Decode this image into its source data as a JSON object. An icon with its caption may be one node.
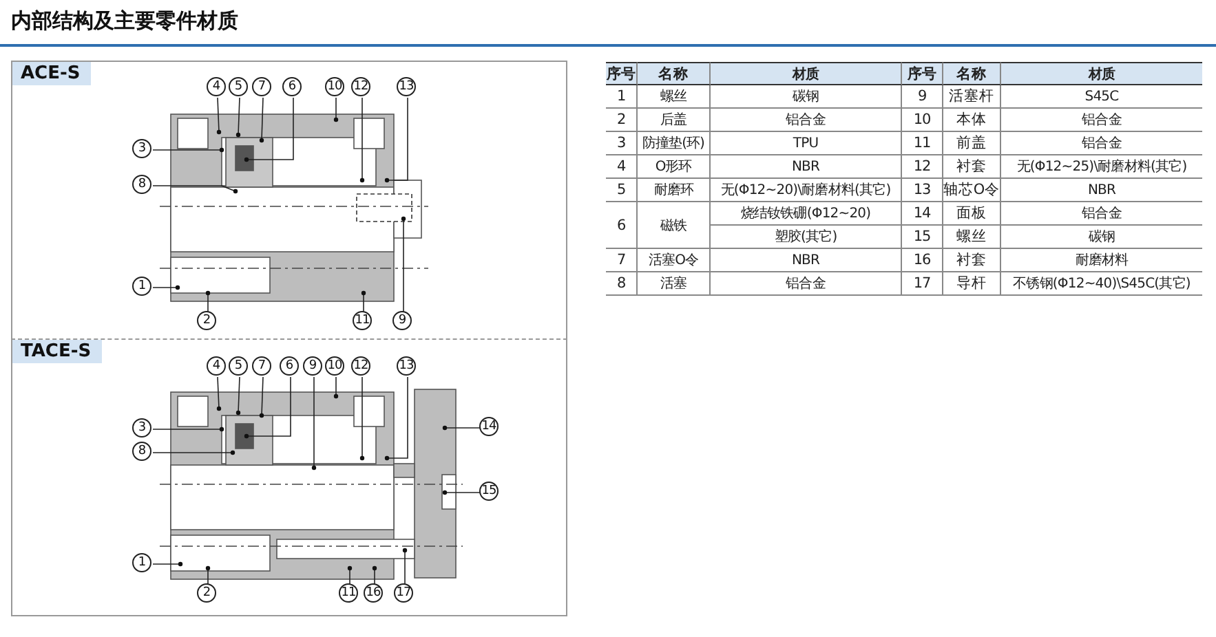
{
  "diagram": {
    "title": "内部结构及主要零件材质",
    "nodes": [
      {
        "text": [
          "ACE-S"
        ]
      },
      {
        "text": [
          "4"
        ],
        "in": 0
      },
      {
        "text": [
          "5"
        ],
        "in": 0
      },
      {
        "text": [
          "7"
        ],
        "in": 0
      },
      {
        "text": [
          "6"
        ],
        "in": 0
      },
      {
        "text": [
          "10"
        ],
        "in": 0
      },
      {
        "text": [
          "12"
        ],
        "in": 0
      },
      {
        "text": [
          "13"
        ],
        "in": 0
      },
      {
        "text": [
          "3"
        ],
        "in": 0
      },
      {
        "text": [
          "8"
        ],
        "in": 0
      },
      {
        "text": [
          "1"
        ],
        "in": 0
      },
      {
        "text": [
          "2"
        ],
        "in": 0
      },
      {
        "text": [
          "11"
        ],
        "in": 0
      },
      {
        "text": [
          "9"
        ],
        "in": 0
      },
      {
        "text": [
          "TACE-S"
        ]
      },
      {
        "text": [
          "4"
        ],
        "in": 14
      },
      {
        "text": [
          "5"
        ],
        "in": 14
      },
      {
        "text": [
          "7"
        ],
        "in": 14
      },
      {
        "text": [
          "6"
        ],
        "in": 14
      },
      {
        "text": [
          "9"
        ],
        "in": 14
      },
      {
        "text": [
          "10"
        ],
        "in": 14
      },
      {
        "text": [
          "12"
        ],
        "in": 14
      },
      {
        "text": [
          "13"
        ],
        "in": 14
      },
      {
        "text": [
          "3"
        ],
        "in": 14
      },
      {
        "text": [
          "14"
        ],
        "in": 14
      },
      {
        "text": [
          "8"
        ],
        "in": 14
      },
      {
        "text": [
          "15"
        ],
        "in": 14
      },
      {
        "text": [
          "1"
        ],
        "in": 14
      },
      {
        "text": [
          "2"
        ],
        "in": 14
      },
      {
        "text": [
          "11"
        ],
        "in": 14
      },
      {
        "text": [
          "16"
        ],
        "in": 14
      },
      {
        "text": [
          "17"
        ],
        "in": 14
      }
    ],
    "edges": [
      {
        "from": 1,
        "to": null,
        "arrow": "other"
      },
      {
        "from": 2,
        "to": null,
        "arrow": "other"
      },
      {
        "from": 3,
        "to": null,
        "arrow": "other"
      },
      {
        "from": 4,
        "to": null,
        "arrow": "other"
      },
      {
        "from": 5,
        "to": null,
        "arrow": "other"
      },
      {
        "from": 6,
        "to": null,
        "arrow": "other"
      },
      {
        "from": 7,
        "to": null,
        "arrow": "other"
      },
      {
        "from": 8,
        "to": null,
        "arrow": "other"
      },
      {
        "from": 9,
        "to": null,
        "arrow": "other"
      },
      {
        "from": 10,
        "to": null,
        "arrow": "other"
      },
      {
        "from": 11,
        "to": null,
        "arrow": "other"
      },
      {
        "from": 12,
        "to": null,
        "arrow": "other"
      },
      {
        "from": 13,
        "to": null,
        "arrow": "other"
      },
      {
        "from": 15,
        "to": null,
        "arrow": "other"
      },
      {
        "from": 16,
        "to": null,
        "arrow": "other"
      },
      {
        "from": 17,
        "to": null,
        "arrow": "other"
      },
      {
        "from": 18,
        "to": null,
        "arrow": "other"
      },
      {
        "from": 19,
        "to": null,
        "arrow": "other"
      },
      {
        "from": 20,
        "to": null,
        "arrow": "other"
      },
      {
        "from": 21,
        "to": null,
        "arrow": "other"
      },
      {
        "from": 22,
        "to": null,
        "arrow": "other"
      },
      {
        "from": 23,
        "to": null,
        "arrow": "other"
      },
      {
        "from": 24,
        "to": null,
        "arrow": "other"
      },
      {
        "from": 25,
        "to": null,
        "arrow": "other"
      },
      {
        "from": 26,
        "to": null,
        "arrow": "other"
      },
      {
        "from": 27,
        "to": null,
        "arrow": "other"
      },
      {
        "from": 28,
        "to": null,
        "arrow": "other"
      },
      {
        "from": 29,
        "to": null,
        "arrow": "other"
      },
      {
        "from": 30,
        "to": null,
        "arrow": "other"
      },
      {
        "from": 31,
        "to": null,
        "arrow": "other"
      }
    ],
    "labels": [
      "序号",
      "名称",
      "材质",
      "序号",
      "名称",
      "材质",
      "1",
      "螺丝",
      "碳钢",
      "9",
      "活塞杆",
      "S45C",
      "2",
      "后盖",
      "铝合金",
      "10",
      "本体",
      "铝合金",
      "3",
      "防撞垫(环)",
      "TPU",
      "11",
      "前盖",
      "铝合金",
      "4",
      "O形环",
      "NBR",
      "12",
      "衬套",
      "无(Φ12~25)\\耐磨材料(其它)",
      "5",
      "耐磨环",
      "无(Φ12~20)\\耐磨材料(其它)",
      "13",
      "轴芯O令",
      "NBR",
      "6",
      "磁铁",
      "烧结钕铁硼(Φ12~20)",
      "14",
      "面板",
      "铝合金",
      "塑胶(其它)",
      "15",
      "螺丝",
      "碳钢",
      "7",
      "活塞O令",
      "NBR",
      "16",
      "衬套",
      "耐磨材料",
      "8",
      "活塞",
      "铝合金",
      "17",
      "导杆",
      "不锈钢(Φ12~40)\\S45C(其它)"
    ]
  }
}
